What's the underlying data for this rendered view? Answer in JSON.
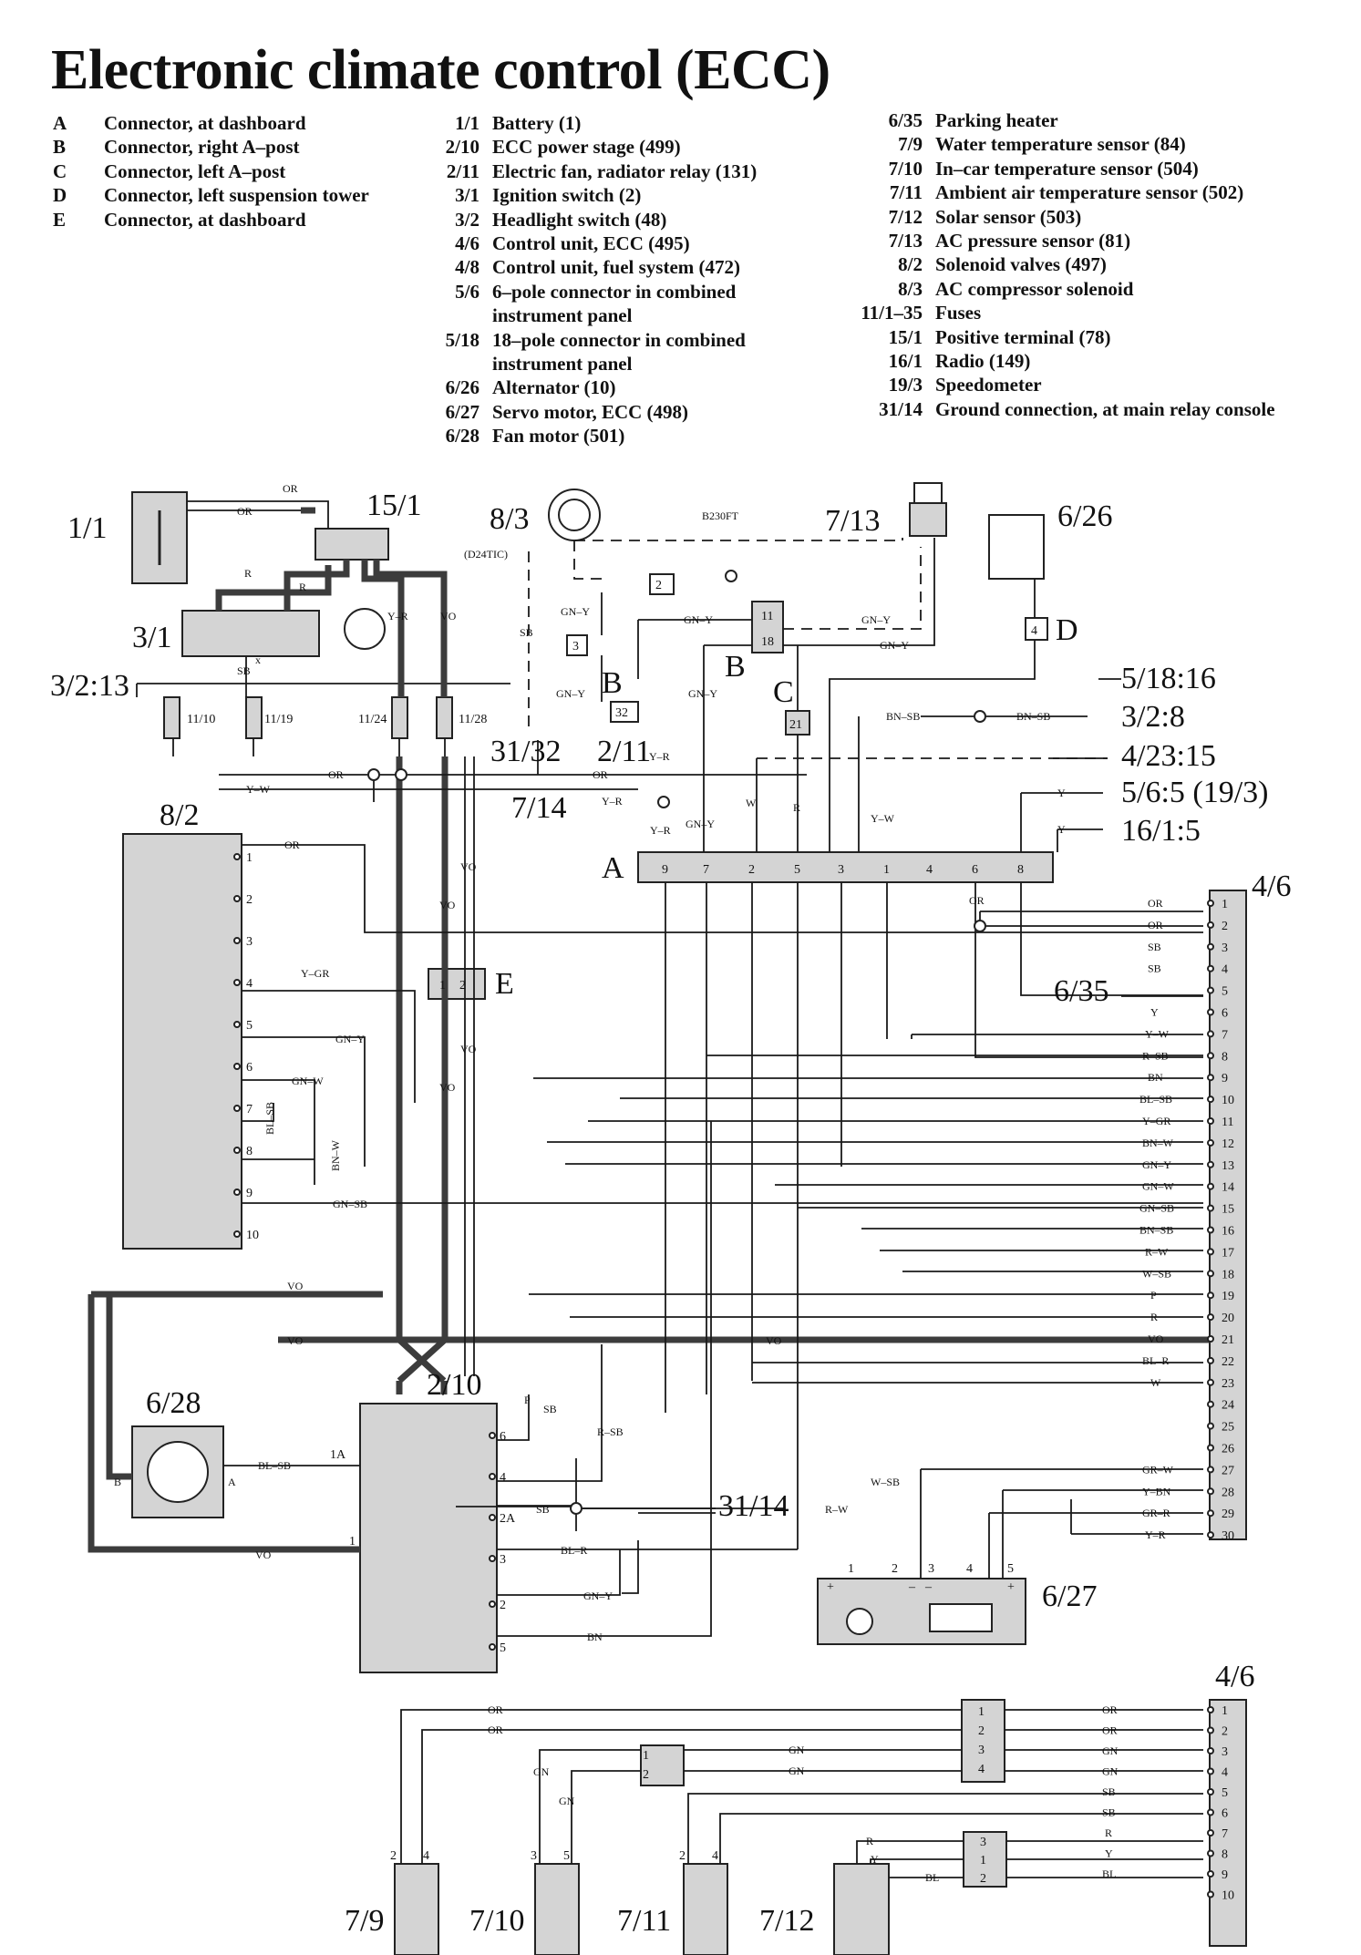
{
  "title": "Electronic climate control (ECC)",
  "legend_connectors": [
    {
      "code": "A",
      "desc": "Connector, at dashboard"
    },
    {
      "code": "B",
      "desc": "Connector, right A–post"
    },
    {
      "code": "C",
      "desc": "Connector, left A–post"
    },
    {
      "code": "D",
      "desc": "Connector, left suspension tower"
    },
    {
      "code": "E",
      "desc": "Connector, at dashboard"
    }
  ],
  "legend_components_1": [
    {
      "code": "1/1",
      "desc": "Battery (1)"
    },
    {
      "code": "2/10",
      "desc": "ECC power stage (499)"
    },
    {
      "code": "2/11",
      "desc": "Electric fan, radiator relay (131)"
    },
    {
      "code": "3/1",
      "desc": "Ignition switch (2)"
    },
    {
      "code": "3/2",
      "desc": "Headlight switch (48)"
    },
    {
      "code": "4/6",
      "desc": "Control unit, ECC (495)"
    },
    {
      "code": "4/8",
      "desc": "Control unit, fuel system (472)"
    },
    {
      "code": "5/6",
      "desc": "6–pole connector in combined\ninstrument panel"
    },
    {
      "code": "5/18",
      "desc": "18–pole connector in combined\ninstrument panel"
    },
    {
      "code": "6/26",
      "desc": "Alternator (10)"
    },
    {
      "code": "6/27",
      "desc": "Servo motor, ECC (498)"
    },
    {
      "code": "6/28",
      "desc": "Fan motor (501)"
    }
  ],
  "legend_components_2": [
    {
      "code": "6/35",
      "desc": "Parking heater"
    },
    {
      "code": "7/9",
      "desc": "Water temperature sensor (84)"
    },
    {
      "code": "7/10",
      "desc": "In–car temperature sensor (504)"
    },
    {
      "code": "7/11",
      "desc": "Ambient air temperature sensor (502)"
    },
    {
      "code": "7/12",
      "desc": "Solar sensor (503)"
    },
    {
      "code": "7/13",
      "desc": "AC pressure sensor (81)"
    },
    {
      "code": "8/2",
      "desc": "Solenoid valves (497)"
    },
    {
      "code": "8/3",
      "desc": "AC compressor solenoid"
    },
    {
      "code": "11/1–35",
      "desc": "Fuses"
    },
    {
      "code": "15/1",
      "desc": "Positive terminal (78)"
    },
    {
      "code": "16/1",
      "desc": "Radio (149)"
    },
    {
      "code": "19/3",
      "desc": "Speedometer"
    },
    {
      "code": "31/14",
      "desc": "Ground connection, at main relay console"
    }
  ],
  "diagram": {
    "component_labels": {
      "c1_1": "1/1",
      "c15_1": "15/1",
      "c8_3": "8/3",
      "c7_13": "7/13",
      "c6_26": "6/26",
      "c3_1": "3/1",
      "c8_2": "8/2",
      "c4_6a": "4/6",
      "c4_6b": "4/6",
      "c6_28": "6/28",
      "c2_10": "2/10",
      "c6_27": "6/27",
      "c6_35": "6/35",
      "c7_14": "7/14",
      "c2_11": "2/11",
      "c31_32": "31/32",
      "c31_14": "31/14",
      "c7_9": "7/9",
      "c7_10": "7/10",
      "c7_11": "7/11",
      "c7_12": "7/12"
    },
    "connector_letters": {
      "a": "A",
      "b1": "B",
      "b2": "B",
      "c": "C",
      "d": "D",
      "e": "E"
    },
    "references": {
      "r3_2_13": "3/2:13",
      "r5_18_16": "5/18:16",
      "r3_2_8": "3/2:8",
      "r4_23_15": "4/23:15",
      "r5_6_5": "5/6:5 (19/3)",
      "r16_1_5": "16/1:5"
    },
    "fuses": [
      "11/10",
      "11/19",
      "11/24",
      "11/28"
    ],
    "notes": {
      "d24tic": "(D24TIC)",
      "b230ft": "B230FT"
    },
    "inline_boxes": {
      "b2": "2",
      "b3": "3",
      "b32": "32",
      "b11": "11",
      "b18": "18",
      "b21": "21",
      "b4": "4"
    },
    "connector_a_pins": [
      "9",
      "7",
      "2",
      "5",
      "3",
      "1",
      "4",
      "6",
      "8"
    ],
    "connector_e_pins": [
      "1",
      "2"
    ],
    "ecu_pins_top": [
      {
        "pin": "1",
        "color": "OR"
      },
      {
        "pin": "2",
        "color": "OR"
      },
      {
        "pin": "3",
        "color": "SB"
      },
      {
        "pin": "4",
        "color": "SB"
      },
      {
        "pin": "5",
        "color": ""
      },
      {
        "pin": "6",
        "color": "Y"
      },
      {
        "pin": "7",
        "color": "Y–W"
      },
      {
        "pin": "8",
        "color": "R–SB"
      },
      {
        "pin": "9",
        "color": "BN"
      },
      {
        "pin": "10",
        "color": "BL–SB"
      },
      {
        "pin": "11",
        "color": "Y–GR"
      },
      {
        "pin": "12",
        "color": "BN–W"
      },
      {
        "pin": "13",
        "color": "GN–Y"
      },
      {
        "pin": "14",
        "color": "GN–W"
      },
      {
        "pin": "15",
        "color": "GN–SB"
      },
      {
        "pin": "16",
        "color": "BN–SB"
      },
      {
        "pin": "17",
        "color": "R–W"
      },
      {
        "pin": "18",
        "color": "W–SB"
      },
      {
        "pin": "19",
        "color": "P"
      },
      {
        "pin": "20",
        "color": "R"
      },
      {
        "pin": "21",
        "color": "VO"
      },
      {
        "pin": "22",
        "color": "BL–R"
      },
      {
        "pin": "23",
        "color": "W"
      },
      {
        "pin": "24",
        "color": ""
      },
      {
        "pin": "25",
        "color": ""
      },
      {
        "pin": "26",
        "color": ""
      },
      {
        "pin": "27",
        "color": "GR–W"
      },
      {
        "pin": "28",
        "color": "Y–BN"
      },
      {
        "pin": "29",
        "color": "GR–R"
      },
      {
        "pin": "30",
        "color": "Y–R"
      }
    ],
    "ecu_pins_bottom": [
      {
        "pin": "1",
        "color": "OR"
      },
      {
        "pin": "2",
        "color": "OR"
      },
      {
        "pin": "3",
        "color": "GN"
      },
      {
        "pin": "4",
        "color": "GN"
      },
      {
        "pin": "5",
        "color": "SB"
      },
      {
        "pin": "6",
        "color": "SB"
      },
      {
        "pin": "7",
        "color": "R"
      },
      {
        "pin": "8",
        "color": "Y"
      },
      {
        "pin": "9",
        "color": "BL"
      },
      {
        "pin": "10",
        "color": ""
      }
    ],
    "solenoid_pins": [
      "1",
      "2",
      "3",
      "4",
      "5",
      "6",
      "7",
      "8",
      "9",
      "10"
    ],
    "solenoid_wires": {
      "or": "OR",
      "ygr": "Y–GR",
      "gny": "GN–Y",
      "gnw": "GN–W",
      "blsb": "BL–SB",
      "bnw": "BN–W",
      "gnsb": "GN–SB"
    },
    "power_stage_pins": [
      "6",
      "4",
      "2A",
      "3",
      "2",
      "5",
      "1",
      "1A"
    ],
    "power_stage_wires": {
      "p": "P",
      "sb": "SB",
      "rsb": "R–SB",
      "sb2": "SB",
      "blr": "BL–R",
      "gny": "GN–Y",
      "bn": "BN",
      "blsb": "BL–SB",
      "vo": "VO"
    },
    "fan_terminals": {
      "b": "B",
      "a": "A"
    },
    "servo_pins": [
      "1",
      "2",
      "3",
      "4",
      "5"
    ],
    "servo_signs": {
      "p1": "+",
      "m1": "–",
      "m2": "–",
      "p2": "+"
    },
    "servo_wires": {
      "rw": "R–W",
      "wsb": "W–SB"
    },
    "top_wires": {
      "or1": "OR",
      "or2": "OR",
      "r1": "R",
      "r2": "R",
      "yr": "Y–R",
      "vo": "VO",
      "sb": "SB",
      "x": "x",
      "gny1": "GN–Y",
      "gny2": "GN–Y",
      "gny3": "GN–Y",
      "gny4": "GN–Y",
      "gny5": "GN–Y",
      "gny6": "GN–Y",
      "bnsb1": "BN–SB",
      "bnsb2": "BN–SB",
      "yr2": "Y–R",
      "yr3": "Y–R",
      "yr4": "Y–R",
      "or3": "OR",
      "yw": "Y–W",
      "or4": "OR",
      "w": "W",
      "r": "R",
      "yw2": "Y–W",
      "y1": "Y",
      "y2": "Y",
      "or5": "OR",
      "gny7": "GN–Y",
      "vo2": "VO",
      "vo3": "VO",
      "vo4": "VO",
      "vo5": "VO",
      "vo6": "VO",
      "vo7": "VO",
      "vo8": "VO",
      "vo9": "VO"
    },
    "sensor_pins": {
      "s7_9": [
        "2",
        "4"
      ],
      "s7_10": [
        "3",
        "5"
      ],
      "s7_11": [
        "2",
        "4"
      ],
      "conn12": [
        "1",
        "2"
      ],
      "conn1234": [
        "1",
        "2",
        "3",
        "4"
      ],
      "conn312": [
        "3",
        "1",
        "2"
      ]
    },
    "sensor_wires": {
      "or1": "OR",
      "or2": "OR",
      "gn1": "GN",
      "gn2": "GN",
      "gn3": "GN",
      "gn4": "GN",
      "r": "R",
      "y": "Y",
      "bl": "BL"
    }
  }
}
